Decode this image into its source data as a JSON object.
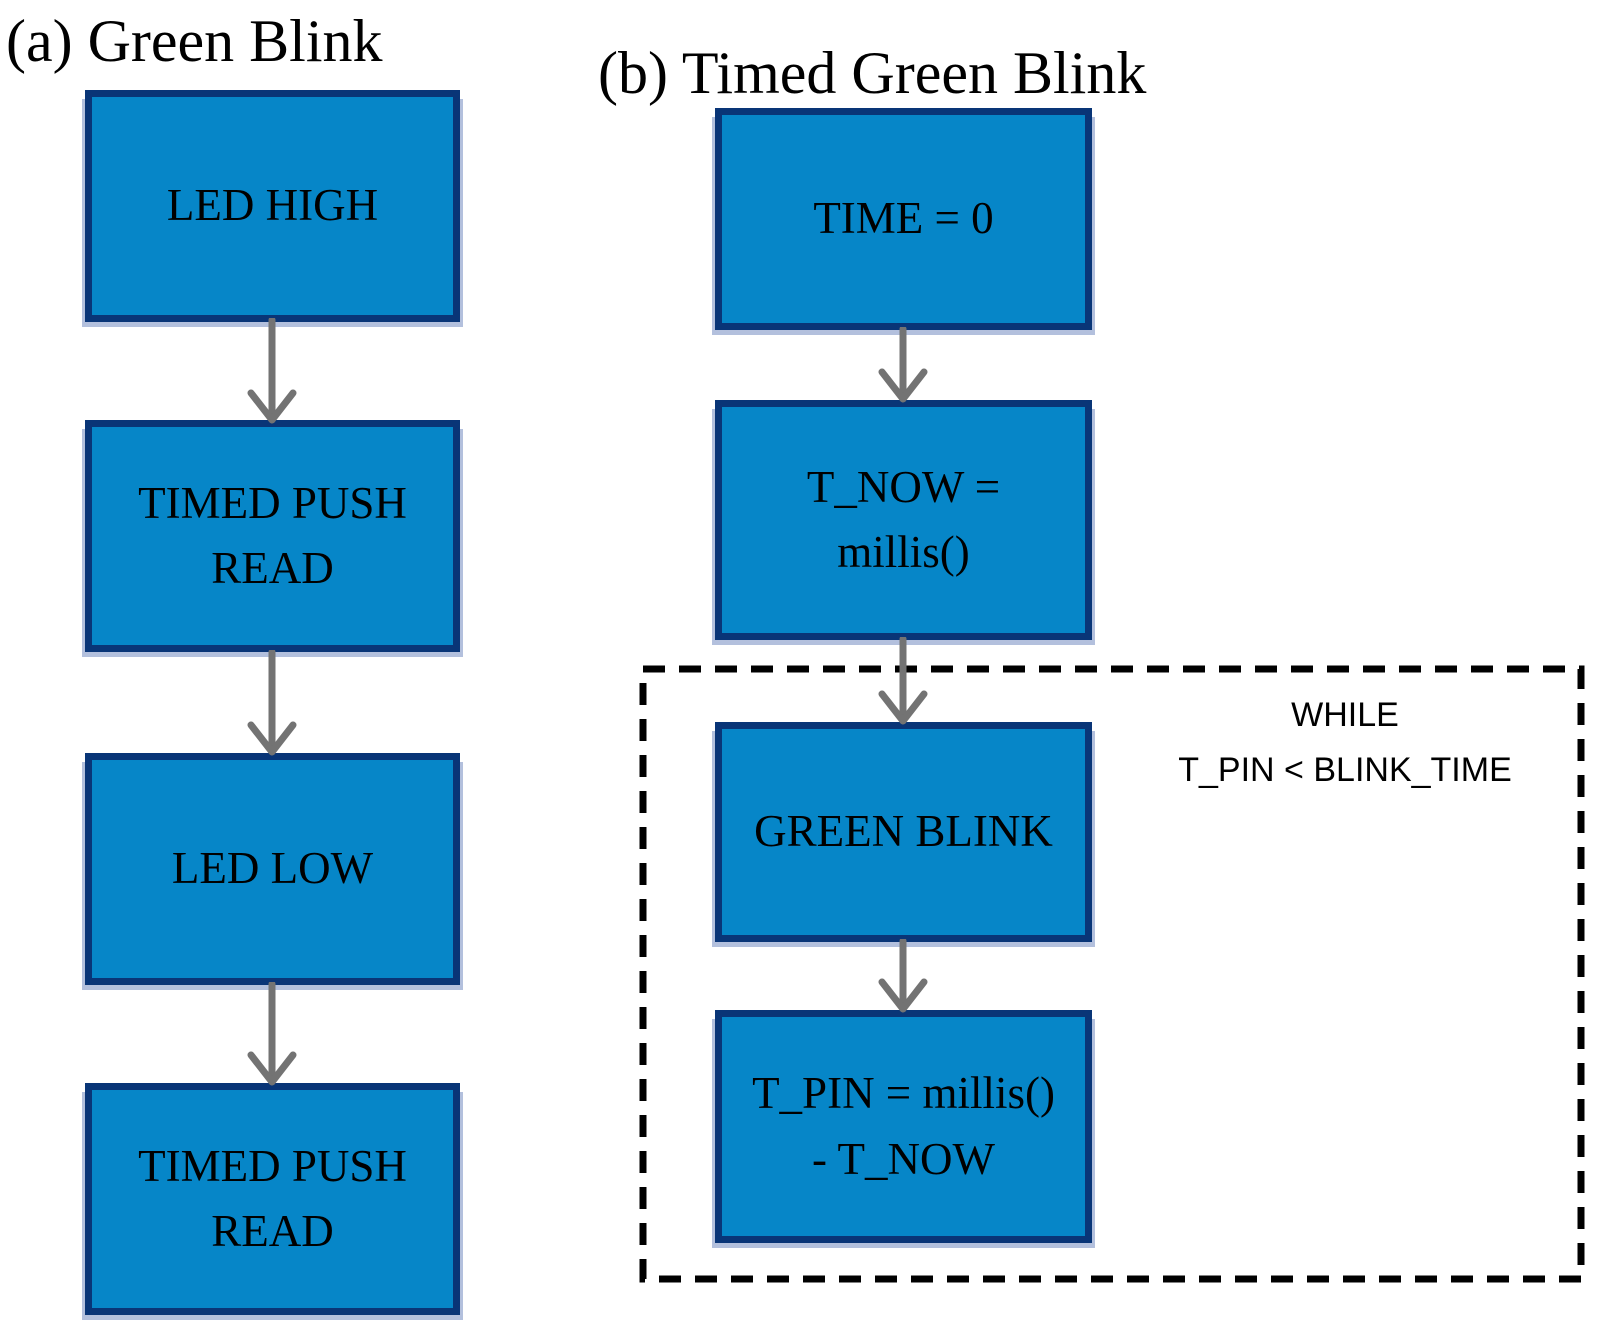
{
  "figure": {
    "section_a": {
      "title": "(a) Green Blink",
      "boxes": [
        {
          "label": "LED HIGH"
        },
        {
          "label": "TIMED PUSH\nREAD"
        },
        {
          "label": "LED LOW"
        },
        {
          "label": "TIMED PUSH\nREAD"
        }
      ]
    },
    "section_b": {
      "title": "(b) Timed Green Blink",
      "boxes": [
        {
          "label": "TIME = 0"
        },
        {
          "label": "T_NOW =\nmillis()"
        },
        {
          "label": "GREEN BLINK"
        },
        {
          "label": "T_PIN = millis()\n- T_NOW"
        }
      ],
      "while_loop": {
        "line1": "WHILE",
        "line2": "T_PIN < BLINK_TIME"
      }
    },
    "colors": {
      "box_fill": "#0686C8",
      "box_border": "#093577",
      "box_shadow": "#B3C0DD",
      "arrow": "#737373",
      "loop_border": "#000000",
      "text": "#000000"
    }
  }
}
